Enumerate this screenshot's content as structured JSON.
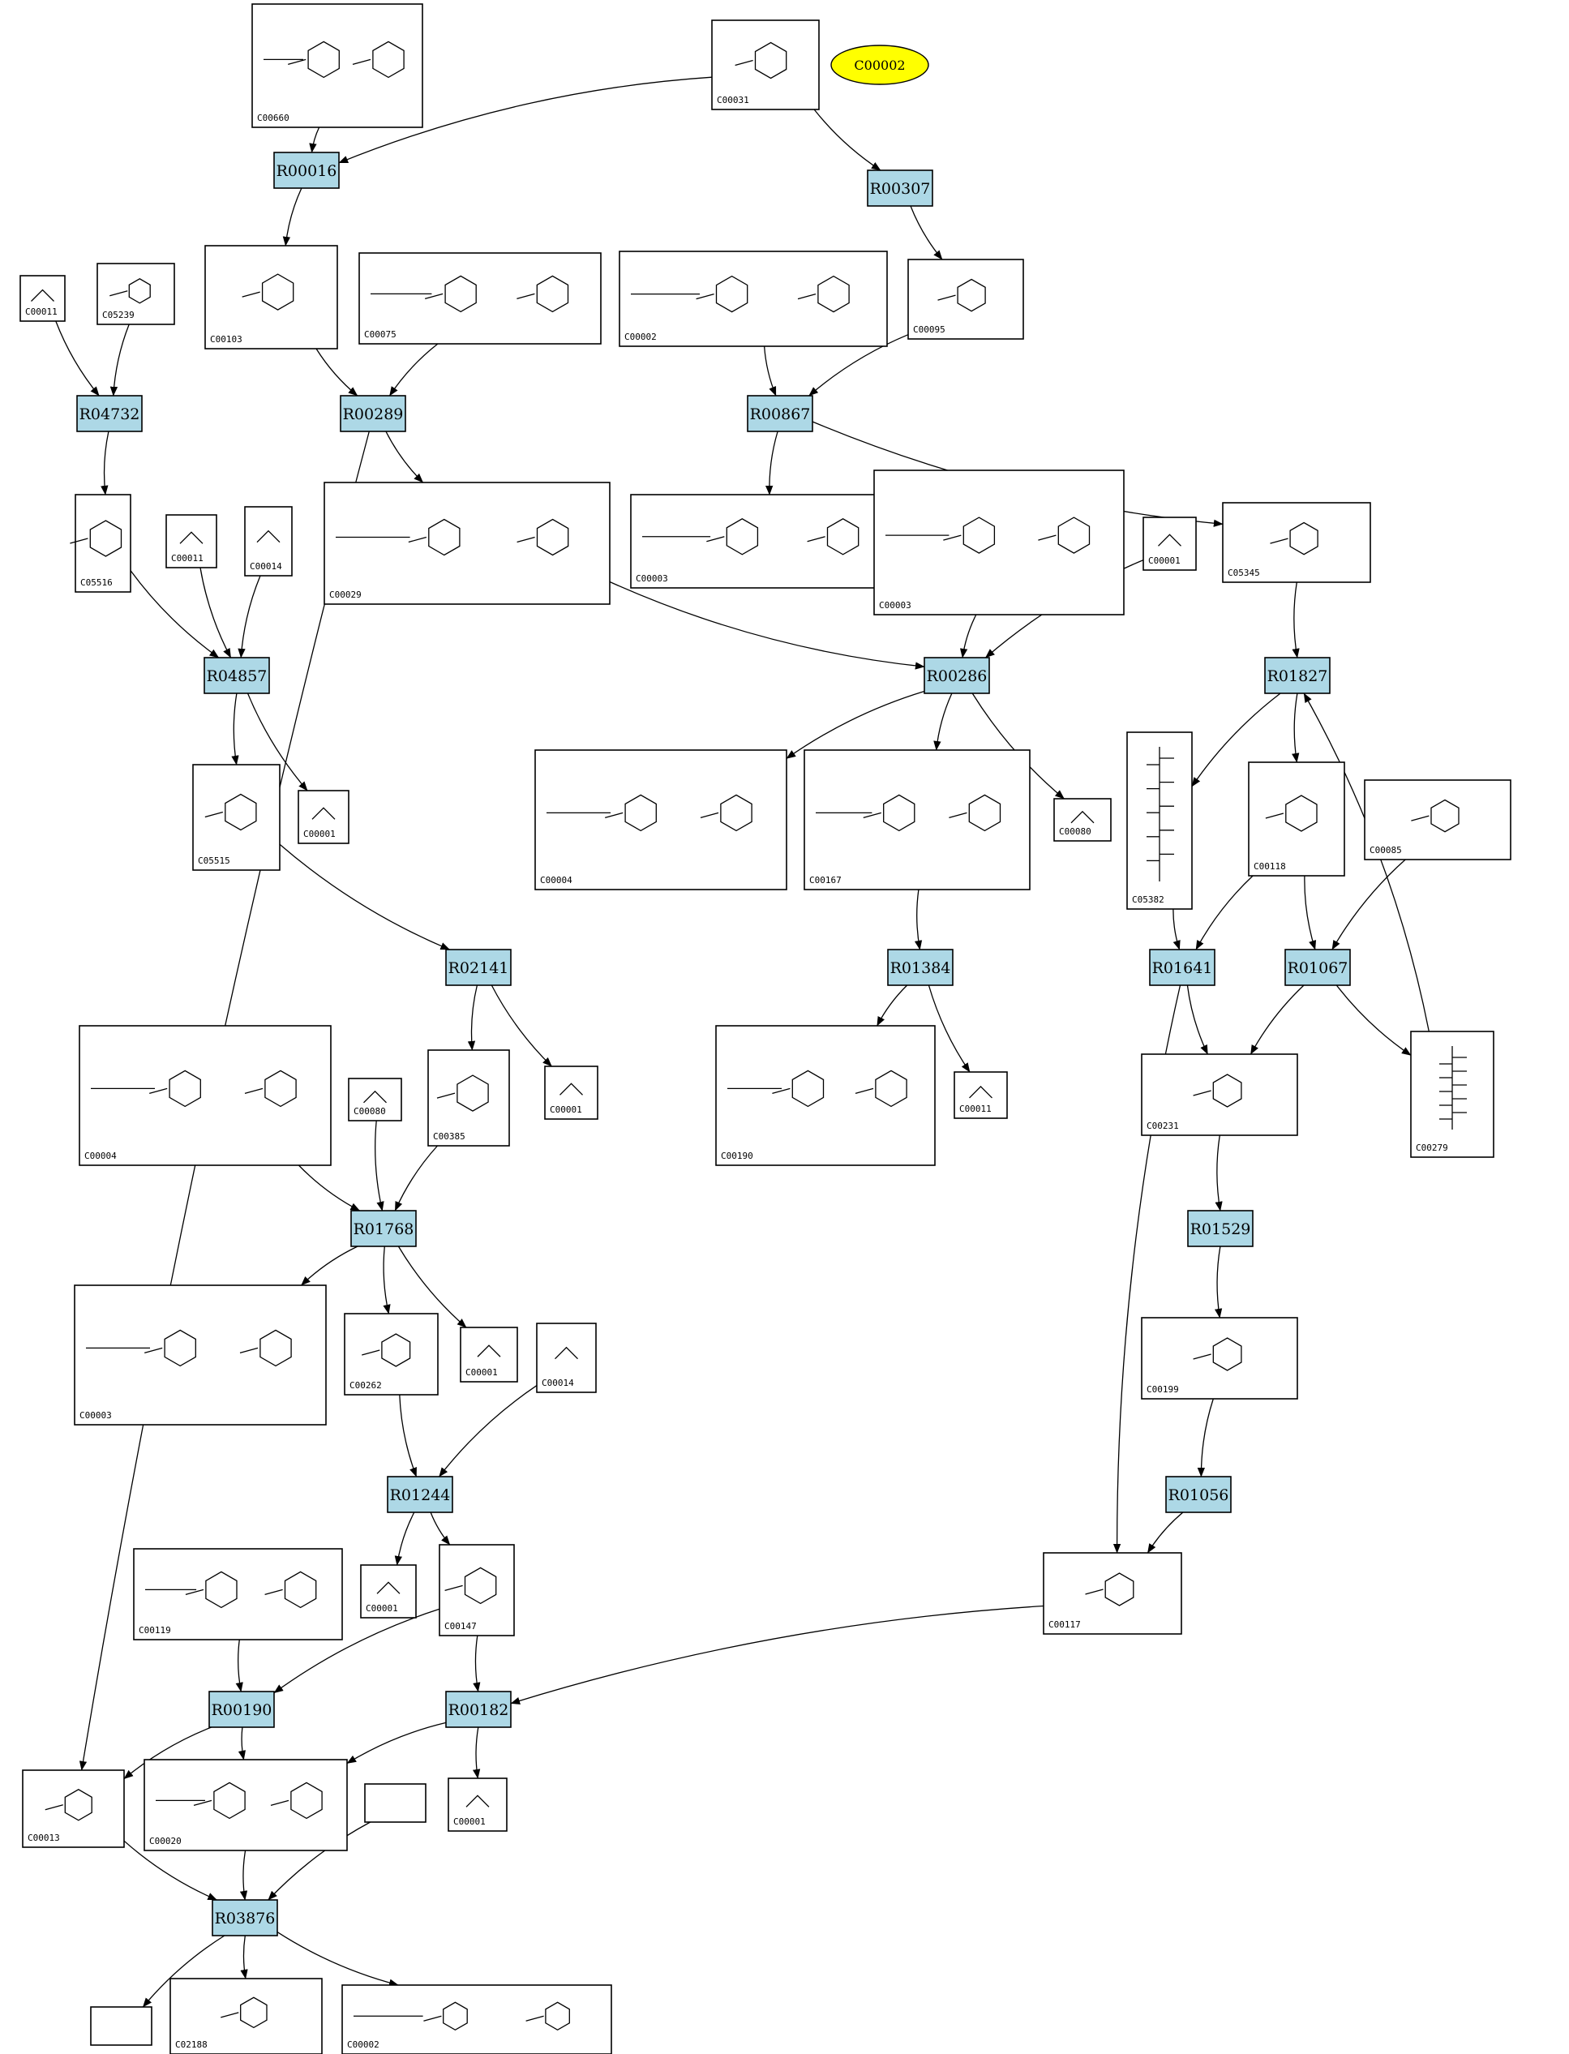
{
  "start_node": {
    "label": "C00002"
  },
  "compounds": [
    {
      "id": "c1",
      "code": "C00660"
    },
    {
      "id": "c2",
      "code": "C00031"
    },
    {
      "id": "c3",
      "code": "C00011"
    },
    {
      "id": "c4",
      "code": "C05239"
    },
    {
      "id": "c5",
      "code": "C00103"
    },
    {
      "id": "c6",
      "code": "C00075"
    },
    {
      "id": "c7",
      "code": "C00002"
    },
    {
      "id": "c8",
      "code": "C00095"
    },
    {
      "id": "c9",
      "code": "C05516"
    },
    {
      "id": "c10",
      "code": "C00011"
    },
    {
      "id": "c11",
      "code": "C00014"
    },
    {
      "id": "c12",
      "code": "C00029"
    },
    {
      "id": "c13",
      "code": "C00003"
    },
    {
      "id": "c14",
      "code": "C00003"
    },
    {
      "id": "c15",
      "code": "C00001"
    },
    {
      "id": "c16",
      "code": "C05345"
    },
    {
      "id": "c17",
      "code": "C05515"
    },
    {
      "id": "c18",
      "code": "C00001"
    },
    {
      "id": "c19",
      "code": "C00004"
    },
    {
      "id": "c20",
      "code": "C00167"
    },
    {
      "id": "c21",
      "code": "C00080"
    },
    {
      "id": "c22",
      "code": "C05382"
    },
    {
      "id": "c23",
      "code": "C00118"
    },
    {
      "id": "c24",
      "code": "C00085"
    },
    {
      "id": "c25",
      "code": "C00004"
    },
    {
      "id": "c26",
      "code": "C00080"
    },
    {
      "id": "c27",
      "code": "C00385"
    },
    {
      "id": "c28",
      "code": "C00001"
    },
    {
      "id": "c29",
      "code": "C00190"
    },
    {
      "id": "c30",
      "code": "C00011"
    },
    {
      "id": "c31",
      "code": "C00231"
    },
    {
      "id": "c32",
      "code": "C00279"
    },
    {
      "id": "c33",
      "code": "C00003"
    },
    {
      "id": "c34",
      "code": "C00262"
    },
    {
      "id": "c35",
      "code": "C00001"
    },
    {
      "id": "c36",
      "code": "C00014"
    },
    {
      "id": "c37",
      "code": "C00199"
    },
    {
      "id": "c38",
      "code": "C00119"
    },
    {
      "id": "c39",
      "code": "C00001"
    },
    {
      "id": "c40",
      "code": "C00147"
    },
    {
      "id": "c41",
      "code": "C00117"
    },
    {
      "id": "c42",
      "code": "C00013"
    },
    {
      "id": "c43",
      "code": "C00020"
    },
    {
      "id": "c44",
      "code": ""
    },
    {
      "id": "c45",
      "code": "C00001"
    },
    {
      "id": "c46",
      "code": ""
    },
    {
      "id": "c47",
      "code": "C02188"
    },
    {
      "id": "c48",
      "code": "C00002"
    }
  ],
  "reactions": [
    {
      "id": "r1",
      "label": "R00016"
    },
    {
      "id": "r2",
      "label": "R00307"
    },
    {
      "id": "r3",
      "label": "R04732"
    },
    {
      "id": "r4",
      "label": "R00289"
    },
    {
      "id": "r5",
      "label": "R00867"
    },
    {
      "id": "r6",
      "label": "R04857"
    },
    {
      "id": "r7",
      "label": "R00286"
    },
    {
      "id": "r8",
      "label": "R01827"
    },
    {
      "id": "r9",
      "label": "R02141"
    },
    {
      "id": "r10",
      "label": "R01384"
    },
    {
      "id": "r11",
      "label": "R01641"
    },
    {
      "id": "r12",
      "label": "R01067"
    },
    {
      "id": "r13",
      "label": "R01768"
    },
    {
      "id": "r14",
      "label": "R01529"
    },
    {
      "id": "r15",
      "label": "R01244"
    },
    {
      "id": "r16",
      "label": "R01056"
    },
    {
      "id": "r17",
      "label": "R00190"
    },
    {
      "id": "r18",
      "label": "R00182"
    },
    {
      "id": "r19",
      "label": "R03876"
    }
  ],
  "edges": [
    {
      "from": "c1",
      "to": "r1"
    },
    {
      "from": "c2",
      "to": "r1"
    },
    {
      "from": "c2",
      "to": "r2"
    },
    {
      "from": "r1",
      "to": "c5"
    },
    {
      "from": "r2",
      "to": "c8"
    },
    {
      "from": "c3",
      "to": "r3"
    },
    {
      "from": "c4",
      "to": "r3"
    },
    {
      "from": "c5",
      "to": "r4"
    },
    {
      "from": "c6",
      "to": "r4"
    },
    {
      "from": "c7",
      "to": "r5"
    },
    {
      "from": "c8",
      "to": "r5"
    },
    {
      "from": "r3",
      "to": "c9"
    },
    {
      "from": "r4",
      "to": "c12"
    },
    {
      "from": "r4",
      "to": "c42"
    },
    {
      "from": "r5",
      "to": "c13"
    },
    {
      "from": "r5",
      "to": "c16"
    },
    {
      "from": "c9",
      "to": "r6"
    },
    {
      "from": "c10",
      "to": "r6"
    },
    {
      "from": "c11",
      "to": "r6"
    },
    {
      "from": "c12",
      "to": "r7"
    },
    {
      "from": "c14",
      "to": "r7"
    },
    {
      "from": "c15",
      "to": "r7"
    },
    {
      "from": "c16",
      "to": "r8"
    },
    {
      "from": "r6",
      "to": "c17"
    },
    {
      "from": "r6",
      "to": "c18"
    },
    {
      "from": "r7",
      "to": "c19"
    },
    {
      "from": "r7",
      "to": "c20"
    },
    {
      "from": "r7",
      "to": "c21"
    },
    {
      "from": "r8",
      "to": "c22"
    },
    {
      "from": "r8",
      "to": "c23"
    },
    {
      "from": "c17",
      "to": "r9"
    },
    {
      "from": "c20",
      "to": "r10"
    },
    {
      "from": "c22",
      "to": "r11"
    },
    {
      "from": "c23",
      "to": "r11"
    },
    {
      "from": "c23",
      "to": "r12"
    },
    {
      "from": "c24",
      "to": "r12"
    },
    {
      "from": "r9",
      "to": "c27"
    },
    {
      "from": "r9",
      "to": "c28"
    },
    {
      "from": "r10",
      "to": "c29"
    },
    {
      "from": "r10",
      "to": "c30"
    },
    {
      "from": "r11",
      "to": "c31"
    },
    {
      "from": "r11",
      "to": "c41"
    },
    {
      "from": "r12",
      "to": "c31"
    },
    {
      "from": "r12",
      "to": "c32"
    },
    {
      "from": "c32",
      "to": "r8"
    },
    {
      "from": "c25",
      "to": "r13"
    },
    {
      "from": "c26",
      "to": "r13"
    },
    {
      "from": "c27",
      "to": "r13"
    },
    {
      "from": "c31",
      "to": "r14"
    },
    {
      "from": "r13",
      "to": "c33"
    },
    {
      "from": "r13",
      "to": "c34"
    },
    {
      "from": "r13",
      "to": "c35"
    },
    {
      "from": "r14",
      "to": "c37"
    },
    {
      "from": "c34",
      "to": "r15"
    },
    {
      "from": "c36",
      "to": "r15"
    },
    {
      "from": "c37",
      "to": "r16"
    },
    {
      "from": "r15",
      "to": "c39"
    },
    {
      "from": "r15",
      "to": "c40"
    },
    {
      "from": "r16",
      "to": "c41"
    },
    {
      "from": "c38",
      "to": "r17"
    },
    {
      "from": "c40",
      "to": "r17"
    },
    {
      "from": "c40",
      "to": "r18"
    },
    {
      "from": "c41",
      "to": "r18"
    },
    {
      "from": "r17",
      "to": "c42"
    },
    {
      "from": "r17",
      "to": "c43"
    },
    {
      "from": "r18",
      "to": "c43"
    },
    {
      "from": "r18",
      "to": "c45"
    },
    {
      "from": "c42",
      "to": "r19"
    },
    {
      "from": "c43",
      "to": "r19"
    },
    {
      "from": "c44",
      "to": "r19"
    },
    {
      "from": "r19",
      "to": "c46"
    },
    {
      "from": "r19",
      "to": "c47"
    },
    {
      "from": "r19",
      "to": "c48"
    }
  ]
}
